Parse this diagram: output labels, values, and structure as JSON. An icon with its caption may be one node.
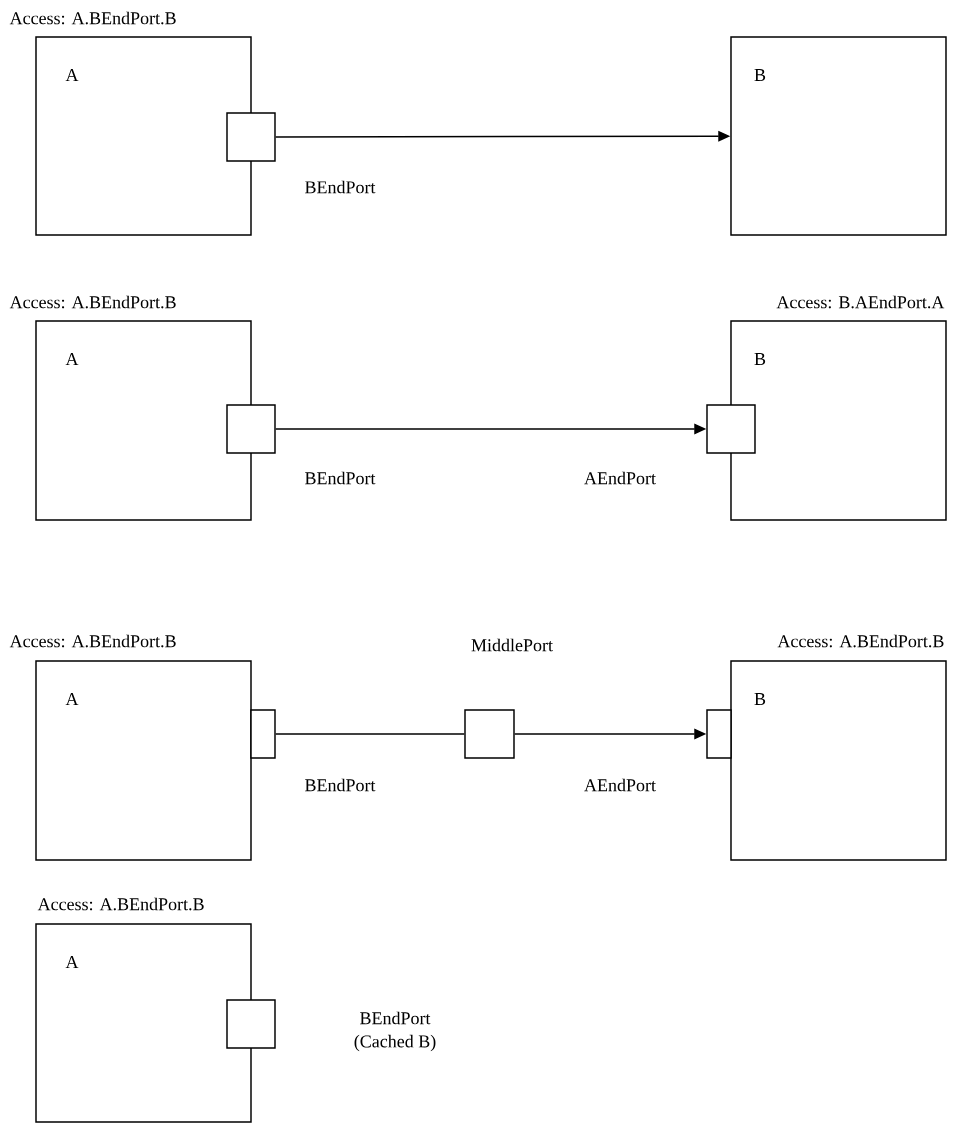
{
  "diagram": {
    "nodes": [
      {
        "text": [
          "Access: A.BEndPort.B",
          "A"
        ]
      },
      {
        "text": [],
        "shape": "box",
        "beside": [
          "BEndPort"
        ]
      },
      {
        "text": [
          "B"
        ]
      },
      {
        "text": [
          "Access: A.BEndPort.B",
          "A"
        ]
      },
      {
        "text": [],
        "shape": "box",
        "beside": [
          "BEndPort"
        ]
      },
      {
        "text": [
          "Access: B.AEndPort.A",
          "B"
        ]
      },
      {
        "text": [],
        "shape": "box",
        "beside": [
          "AEndPort"
        ]
      },
      {
        "text": [
          "Access: A.BEndPort.B",
          "A"
        ]
      },
      {
        "text": [],
        "shape": "box",
        "beside": [
          "BEndPort"
        ]
      },
      {
        "text": [],
        "shape": "box",
        "beside": [
          "MiddlePort"
        ]
      },
      {
        "text": [
          "Access: A.BEndPort.B",
          "B"
        ]
      },
      {
        "text": [],
        "shape": "box",
        "beside": [
          "AEndPort"
        ]
      },
      {
        "text": [
          "Access: A.BEndPort.B",
          "A"
        ]
      },
      {
        "text": [],
        "shape": "box",
        "beside": [
          "BEndPort",
          "(Cached B)"
        ]
      }
    ],
    "edges": [
      {
        "from": 1,
        "to": 2,
        "arrow": "to"
      },
      {
        "from": 4,
        "to": 6,
        "arrow": "to"
      },
      {
        "from": 8,
        "to": 9,
        "arrow": "none"
      },
      {
        "from": 9,
        "to": 11,
        "arrow": "to"
      }
    ]
  }
}
